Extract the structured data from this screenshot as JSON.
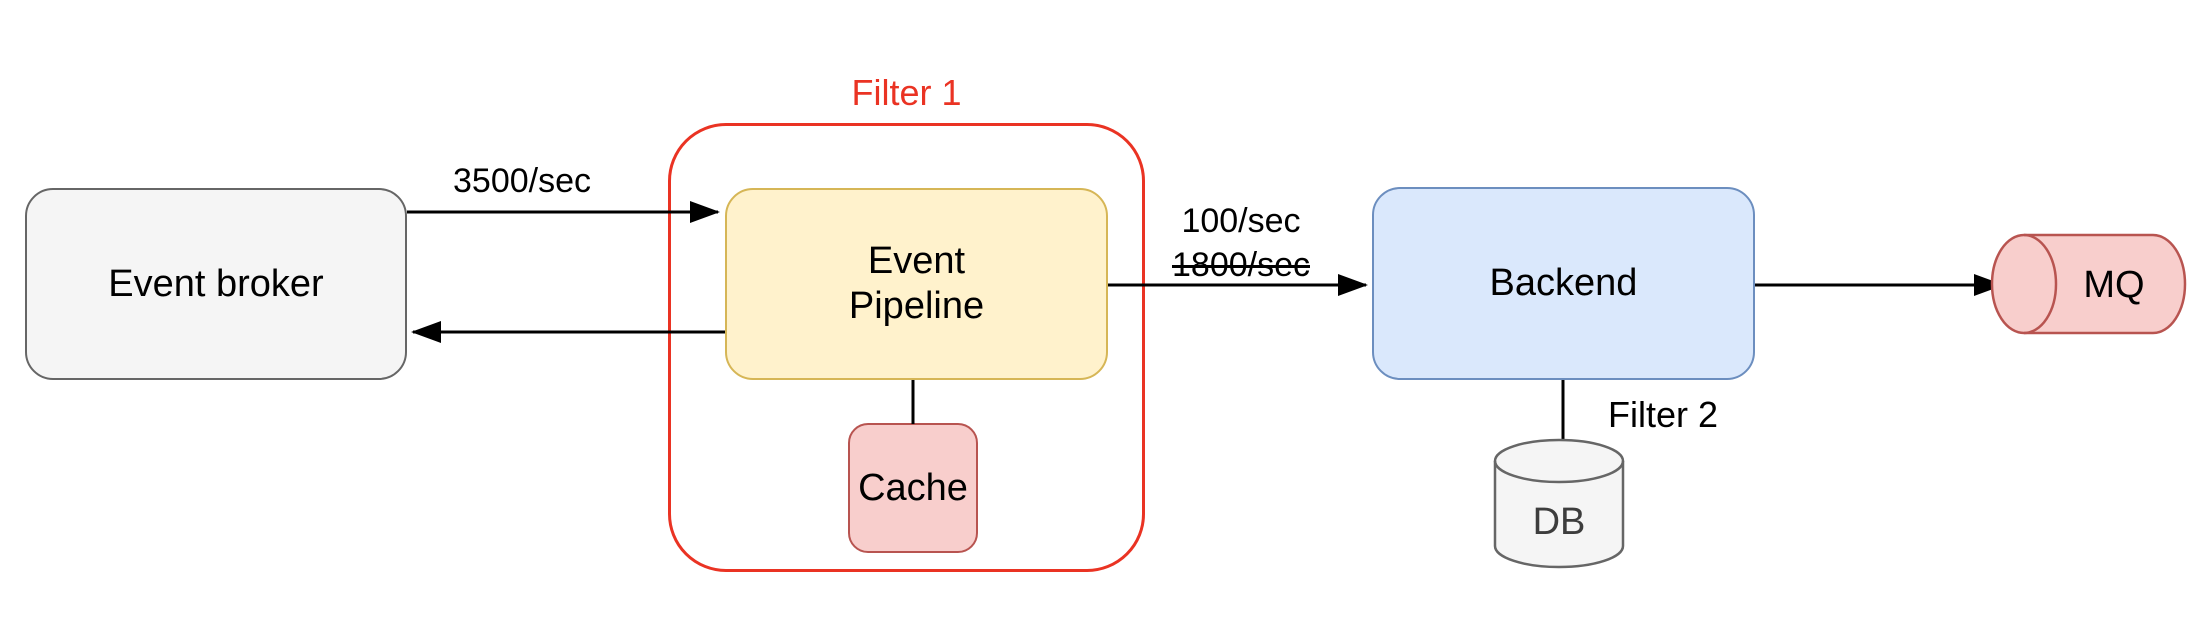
{
  "diagram_type": "architecture-flow",
  "background": "#ffffff",
  "nodes": {
    "event_broker": {
      "label": "Event broker",
      "shape": "rounded-rect",
      "fill": "#f5f5f5",
      "stroke": "#666666"
    },
    "event_pipeline": {
      "label": "Event Pipeline",
      "lines": [
        "Event",
        "Pipeline"
      ],
      "shape": "rounded-rect",
      "fill": "#fff2cc",
      "stroke": "#d6b656"
    },
    "cache": {
      "label": "Cache",
      "shape": "rounded-rect",
      "fill": "#f8cecc",
      "stroke": "#b85450"
    },
    "backend": {
      "label": "Backend",
      "shape": "rounded-rect",
      "fill": "#dae8fc",
      "stroke": "#6c8ebf"
    },
    "db": {
      "label": "DB",
      "shape": "cylinder-vertical",
      "fill": "#f5f5f5",
      "stroke": "#666666"
    },
    "mq": {
      "label": "MQ",
      "shape": "cylinder-horizontal",
      "fill": "#f8cecc",
      "stroke": "#b85450"
    }
  },
  "groups": {
    "filter1": {
      "label": "Filter 1",
      "stroke": "#ea3323",
      "contains": [
        "event_pipeline",
        "cache"
      ]
    }
  },
  "edges": {
    "broker_to_pipeline": {
      "from": "event_broker",
      "to": "event_pipeline",
      "arrow": "right",
      "label": "3500/sec"
    },
    "pipeline_to_broker": {
      "from": "event_pipeline",
      "to": "event_broker",
      "arrow": "left",
      "label": ""
    },
    "pipeline_to_backend": {
      "from": "event_pipeline",
      "to": "backend",
      "arrow": "right",
      "label_current": "100/sec",
      "label_old_crossed_out": "1800/sec"
    },
    "backend_to_mq": {
      "from": "backend",
      "to": "mq",
      "arrow": "right",
      "label": ""
    },
    "pipeline_to_cache": {
      "from": "event_pipeline",
      "to": "cache",
      "arrow": "none",
      "label": ""
    },
    "backend_to_db": {
      "from": "backend",
      "to": "db",
      "arrow": "none",
      "label": "Filter 2"
    }
  },
  "colors": {
    "line": "#000000",
    "text": "#000000",
    "annotation_red": "#ea3323"
  }
}
